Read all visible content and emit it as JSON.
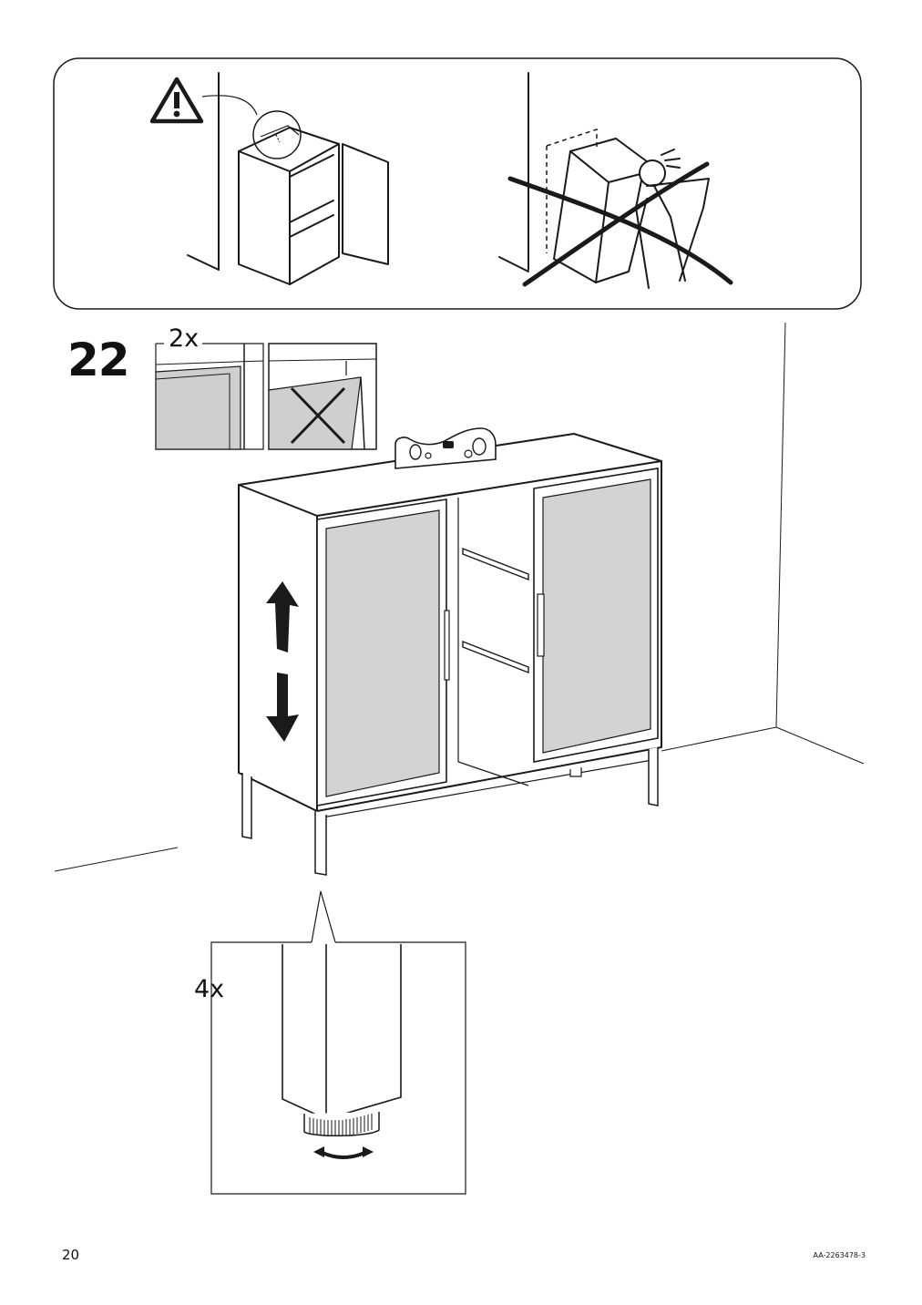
{
  "page": {
    "step_number": "22",
    "page_number": "20",
    "document_code": "AA-2263478-3"
  },
  "quantities": {
    "door_detail": "2x",
    "foot_detail": "4x"
  },
  "icons": {
    "warning": "warning-triangle-icon",
    "level": "spirit-level-icon",
    "adjust_arrows": "up-down-arrows-icon",
    "rotate_arrow": "rotate-arrow-icon"
  },
  "colors": {
    "line": "#1a1a1a",
    "panel_fill": "#cfcfcf",
    "door_glass": "#d3d3d3",
    "background": "#ffffff"
  }
}
